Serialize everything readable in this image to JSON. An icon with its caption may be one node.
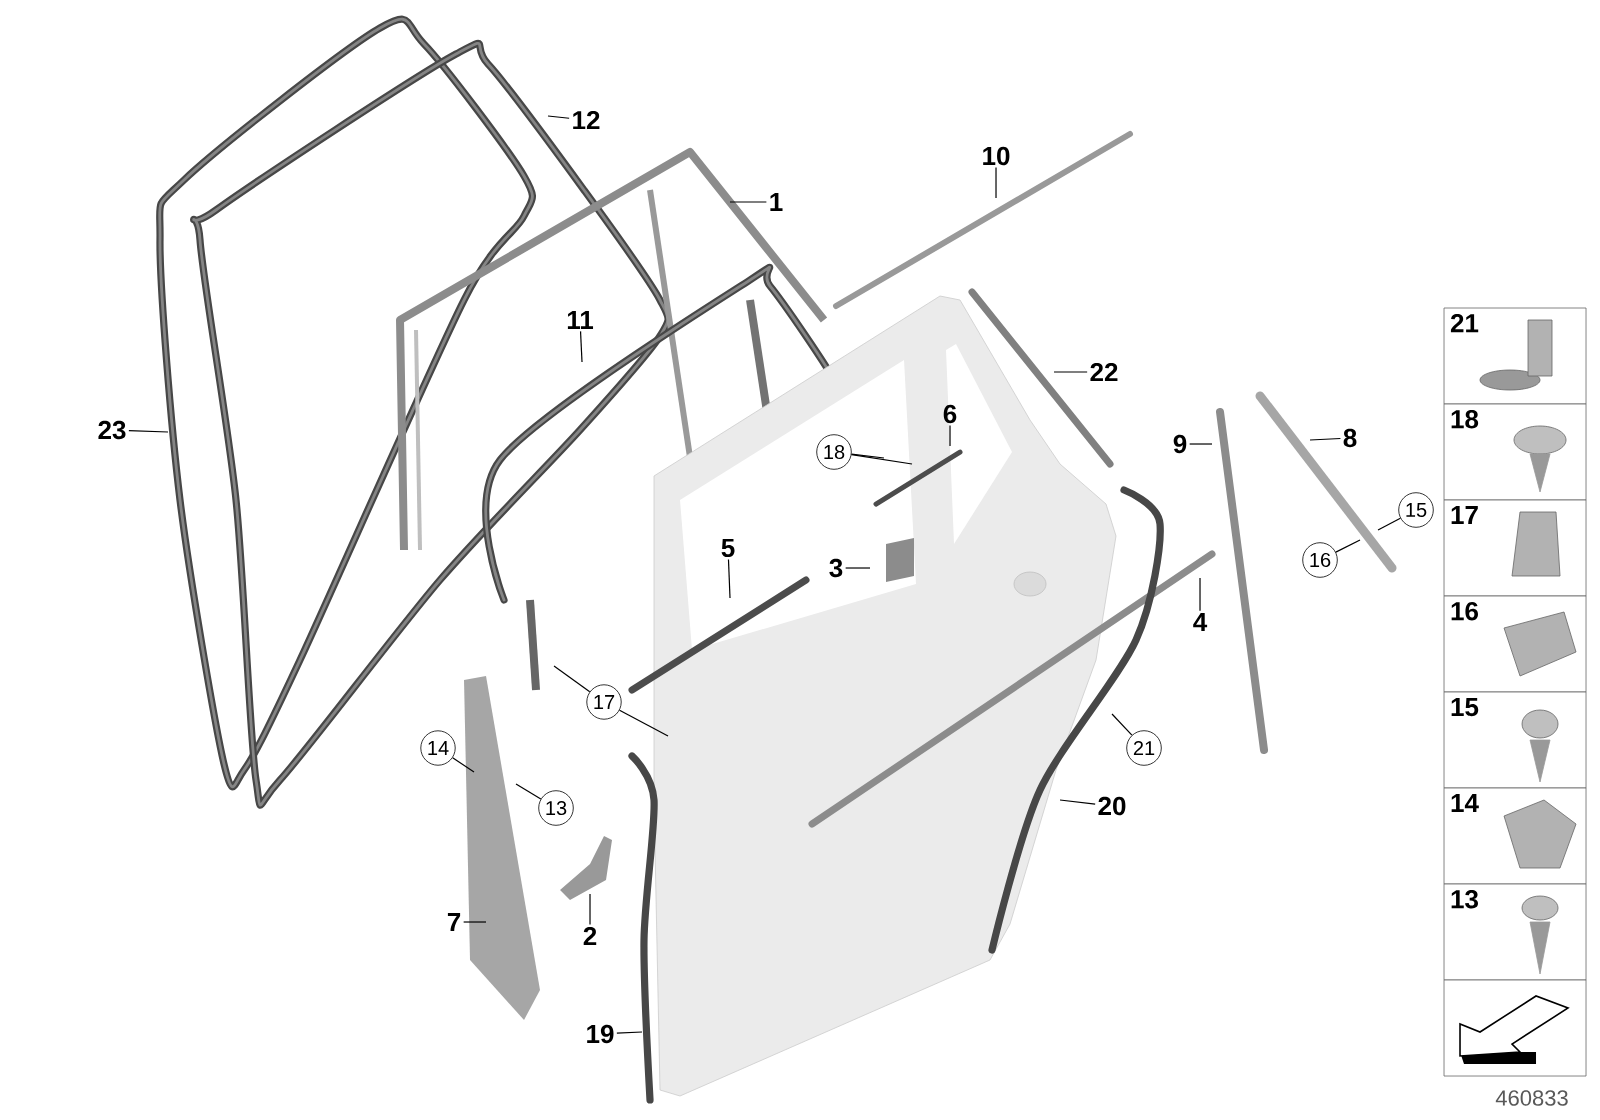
{
  "diagram": {
    "nodes": [
      {
        "text": [
          "12"
        ]
      },
      {
        "text": [
          "1"
        ]
      },
      {
        "text": [
          "10"
        ]
      },
      {
        "text": [
          "11"
        ]
      },
      {
        "text": [
          "23"
        ]
      },
      {
        "text": [
          "22"
        ]
      },
      {
        "text": [
          "6"
        ]
      },
      {
        "text": [
          "18"
        ]
      },
      {
        "text": [
          "9"
        ]
      },
      {
        "text": [
          "8"
        ]
      },
      {
        "text": [
          "15"
        ]
      },
      {
        "text": [
          "5"
        ]
      },
      {
        "text": [
          "3"
        ]
      },
      {
        "text": [
          "16"
        ]
      },
      {
        "text": [
          "4"
        ]
      },
      {
        "text": [
          "17"
        ]
      },
      {
        "text": [
          "21"
        ]
      },
      {
        "text": [
          "14"
        ]
      },
      {
        "text": [
          "13"
        ]
      },
      {
        "text": [
          "20"
        ]
      },
      {
        "text": [
          "7"
        ]
      },
      {
        "text": [
          "2"
        ]
      },
      {
        "text": [
          "19"
        ]
      },
      {
        "text": [
          "21"
        ]
      },
      {
        "text": [
          "18"
        ]
      },
      {
        "text": [
          "17"
        ]
      },
      {
        "text": [
          "16"
        ]
      },
      {
        "text": [
          "15"
        ]
      },
      {
        "text": [
          "14"
        ]
      },
      {
        "text": [
          "13"
        ]
      },
      {
        "text": [],
        "shape": "box"
      }
    ],
    "edges": [
      {
        "from": 0,
        "to": null,
        "arrow": "none"
      },
      {
        "from": 1,
        "to": null,
        "arrow": "none"
      },
      {
        "from": 2,
        "to": null,
        "arrow": "none"
      },
      {
        "from": 3,
        "to": null,
        "arrow": "none"
      },
      {
        "from": 4,
        "to": null,
        "arrow": "none"
      },
      {
        "from": 5,
        "to": null,
        "arrow": "none"
      },
      {
        "from": 6,
        "to": null,
        "arrow": "none"
      },
      {
        "from": 7,
        "to": null,
        "arrow": "none"
      },
      {
        "from": 7,
        "to": null,
        "arrow": "none"
      },
      {
        "from": 8,
        "to": null,
        "arrow": "none"
      },
      {
        "from": 9,
        "to": null,
        "arrow": "none"
      },
      {
        "from": 10,
        "to": null,
        "arrow": "none"
      },
      {
        "from": 11,
        "to": null,
        "arrow": "none"
      },
      {
        "from": 12,
        "to": null,
        "arrow": "none"
      },
      {
        "from": 13,
        "to": null,
        "arrow": "none"
      },
      {
        "from": 14,
        "to": null,
        "arrow": "none"
      },
      {
        "from": 15,
        "to": null,
        "arrow": "none"
      },
      {
        "from": 15,
        "to": null,
        "arrow": "none"
      },
      {
        "from": 16,
        "to": null,
        "arrow": "none"
      },
      {
        "from": 17,
        "to": null,
        "arrow": "none"
      },
      {
        "from": 18,
        "to": null,
        "arrow": "none"
      },
      {
        "from": 19,
        "to": null,
        "arrow": "none"
      },
      {
        "from": 20,
        "to": null,
        "arrow": "none"
      },
      {
        "from": 21,
        "to": null,
        "arrow": "none"
      },
      {
        "from": 22,
        "to": null,
        "arrow": "none"
      }
    ],
    "labels": [
      "460833"
    ]
  }
}
